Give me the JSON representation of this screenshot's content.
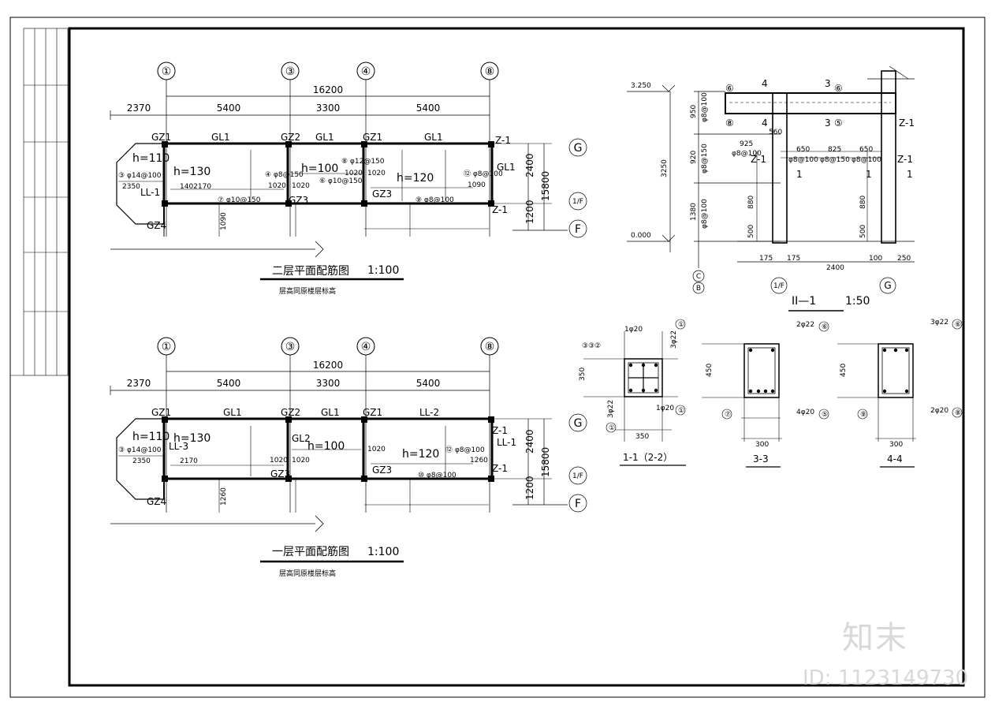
{
  "plan2": {
    "axis_labels": [
      "①",
      "③",
      "④",
      "⑧"
    ],
    "total_dim": "16200",
    "dims": [
      "2370",
      "5400",
      "3300",
      "5400"
    ],
    "beams": [
      "GZ1",
      "GL1",
      "GZ2",
      "GL1",
      "GZ1",
      "GL1",
      "Z-1"
    ],
    "slab_thickness": [
      "h=110",
      "h=130",
      "h=100",
      "h=120"
    ],
    "rebar": [
      "③ φ14@100",
      "④ φ8@150",
      "⑧ φ12@150",
      "⑫ φ8@100",
      "⑨ φ8@100",
      "⑦ φ10@150",
      "⑥ φ10@150"
    ],
    "spans": [
      "2350",
      "1402170",
      "1020",
      "1020",
      "1020",
      "1020",
      "1090",
      "1090"
    ],
    "labels_misc": [
      "LL-1",
      "GZ3",
      "GZ3",
      "GZ4",
      "Z-1",
      "GL1",
      "1200",
      "2400",
      "15800"
    ],
    "title": "二层平面配筋图",
    "scale": "1:100",
    "subtitle": "层高同原楼层标高",
    "grid_right": [
      "G",
      "1/F",
      "F"
    ]
  },
  "plan1": {
    "axis_labels": [
      "①",
      "③",
      "④",
      "⑧"
    ],
    "total_dim": "16200",
    "dims": [
      "2370",
      "5400",
      "3300",
      "5400"
    ],
    "beams": [
      "GZ1",
      "GL1",
      "GZ2",
      "GL1",
      "GZ1",
      "LL-2"
    ],
    "slab_thickness": [
      "h=110",
      "h=130",
      "h=100",
      "h=120"
    ],
    "rebar": [
      "③ φ14@100",
      "⑫ φ8@100",
      "⑩ φ8@100"
    ],
    "spans": [
      "2350",
      "2170",
      "1020",
      "1020",
      "1020",
      "1260",
      "1260"
    ],
    "labels_misc": [
      "LL-3",
      "GL2",
      "GZ3",
      "GZ3",
      "GZ4",
      "Z-1",
      "LL-1",
      "Z-1",
      "1200",
      "2400",
      "15800"
    ],
    "title": "一层平面配筋图",
    "scale": "1:100",
    "subtitle": "层高同原楼层标高",
    "grid_right": [
      "G",
      "1/F",
      "F"
    ]
  },
  "section": {
    "elev_top": "3.250",
    "elev_bottom": "0.000",
    "height": "3250",
    "vdims": [
      "950",
      "920",
      "1380"
    ],
    "vdims_right": [
      "880",
      "500",
      "880",
      "500"
    ],
    "rebar_left": [
      "φ8@100",
      "φ8@150",
      "φ8@100"
    ],
    "top_labels": [
      "4",
      "3",
      "⑥",
      "⑥",
      "⑧",
      "⑤"
    ],
    "cut_labels": [
      "4",
      "3",
      "Z-1",
      "Z-1",
      "Z-1"
    ],
    "hdims_top": [
      "925",
      "560",
      "650",
      "825",
      "650"
    ],
    "hdims_rebar": [
      "φ8@100",
      "φ8@100",
      "φ8@150",
      "φ8@100"
    ],
    "hdims_bottom": [
      "175",
      "175",
      "2400",
      "100",
      "250"
    ],
    "grids": [
      "C",
      "B",
      "1/F",
      "G"
    ],
    "cut_marks": [
      "1",
      "1",
      "1"
    ],
    "title": "II—1",
    "scale": "1:50"
  },
  "details": {
    "d1": {
      "title": "1-1（2-2）",
      "width": "350",
      "height": "350",
      "labels": [
        "1φ20",
        "③③②",
        "3φ22",
        "1φ20",
        "3φ22",
        "①",
        "①",
        "①"
      ]
    },
    "d33": {
      "title": "3-3",
      "width": "300",
      "height": "450",
      "labels": [
        "2φ22",
        "⑥",
        "4φ20",
        "⑤",
        "⑦"
      ]
    },
    "d44": {
      "title": "4-4",
      "width": "300",
      "height": "450",
      "labels": [
        "3φ22",
        "⑥",
        "2φ20",
        "⑧",
        "⑨"
      ]
    }
  },
  "watermark": {
    "brand": "知末",
    "id": "ID: 1123149730"
  }
}
